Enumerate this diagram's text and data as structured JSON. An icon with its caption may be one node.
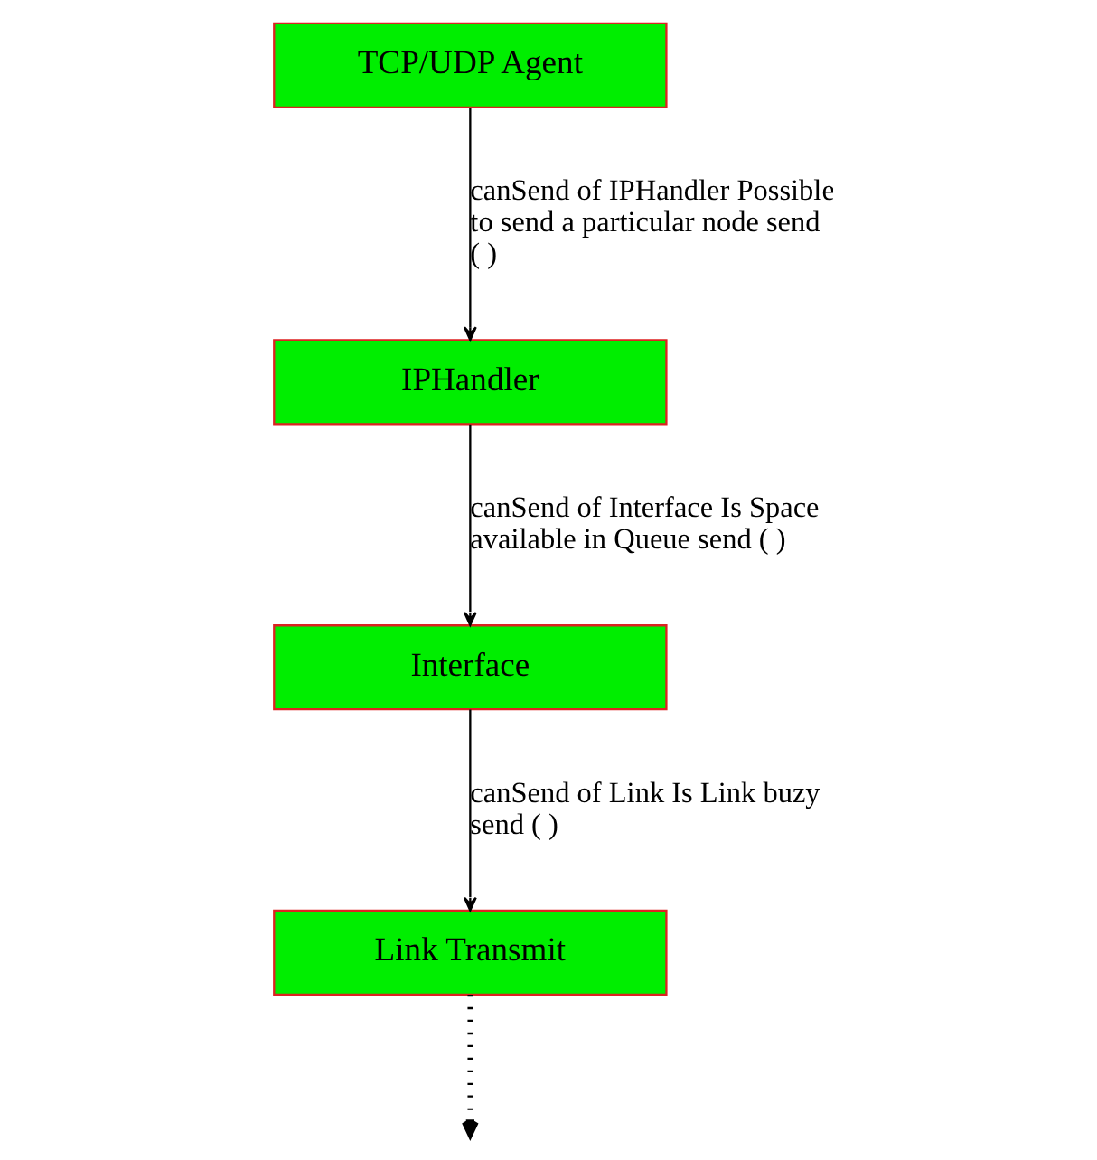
{
  "diagram": {
    "nodes": [
      {
        "text": [
          "TCP/UDP Agent"
        ]
      },
      {
        "text": [
          "IPHandler"
        ]
      },
      {
        "text": [
          "Interface"
        ]
      },
      {
        "text": [
          "Link Transmit"
        ]
      }
    ],
    "edges": [
      {
        "from": 0,
        "to": 1,
        "arrow": "to",
        "label": "canSend of IPHandler Possible to send a particular node send ( )"
      },
      {
        "from": 1,
        "to": 2,
        "arrow": "to",
        "label": "canSend of Interface Is Space available in Queue send ( )"
      },
      {
        "from": 2,
        "to": 3,
        "arrow": "to",
        "label": "canSend of Link Is Link buzy send ( )"
      },
      {
        "from": 3,
        "to": null,
        "arrow": "to",
        "style": "dashed"
      }
    ]
  }
}
